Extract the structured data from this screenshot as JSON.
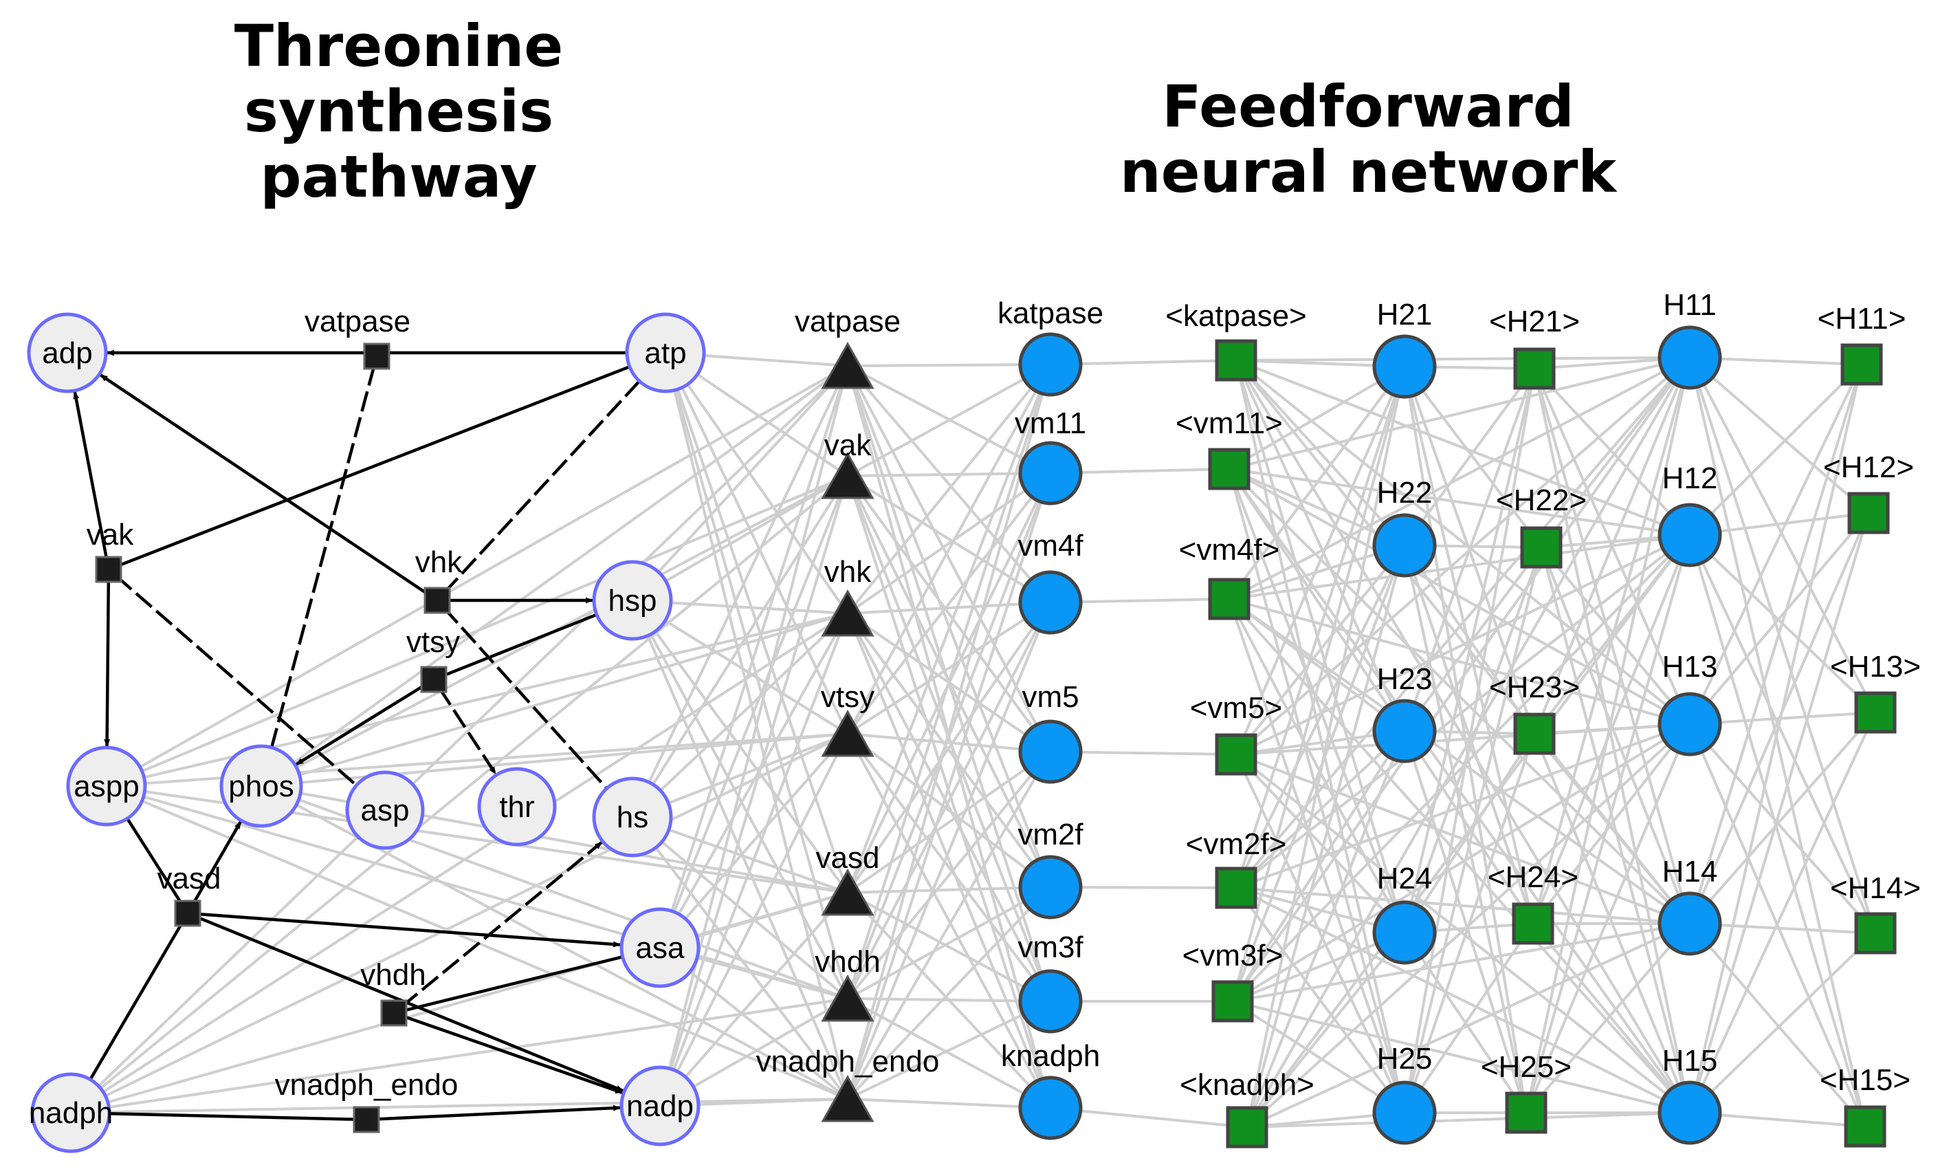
{
  "titles": {
    "left": [
      "Threonine",
      "synthesis",
      "pathway"
    ],
    "right": [
      "Feedforward",
      "neural network"
    ]
  },
  "colors": {
    "metabolite_fill": "#eeeeee",
    "metabolite_stroke": "#6b6bff",
    "reaction_node": "#1c1c1c",
    "neuron_blue": "#0a96f5",
    "neuron_green": "#11901f",
    "node_outline": "#444444",
    "network_edge": "#cfcfcf",
    "pathway_edge": "#000000"
  },
  "pathway": {
    "metabolites": [
      {
        "id": "adp",
        "label": "adp"
      },
      {
        "id": "atp",
        "label": "atp"
      },
      {
        "id": "hsp",
        "label": "hsp"
      },
      {
        "id": "aspp",
        "label": "aspp"
      },
      {
        "id": "phos",
        "label": "phos"
      },
      {
        "id": "asp",
        "label": "asp"
      },
      {
        "id": "thr",
        "label": "thr"
      },
      {
        "id": "hs",
        "label": "hs"
      },
      {
        "id": "asa",
        "label": "asa"
      },
      {
        "id": "nadph",
        "label": "nadph"
      },
      {
        "id": "nadp",
        "label": "nadp"
      }
    ],
    "reactions": [
      {
        "id": "vatpase",
        "label": "vatpase"
      },
      {
        "id": "vak",
        "label": "vak"
      },
      {
        "id": "vhk",
        "label": "vhk"
      },
      {
        "id": "vtsy",
        "label": "vtsy"
      },
      {
        "id": "vasd",
        "label": "vasd"
      },
      {
        "id": "vhdh",
        "label": "vhdh"
      },
      {
        "id": "vnadph_endo",
        "label": "vnadph_endo"
      }
    ],
    "edges": [
      {
        "from": "atp",
        "to": "adp",
        "style": "arrow"
      },
      {
        "from": "vatpase",
        "to": "phos",
        "style": "dash"
      },
      {
        "from": "vak",
        "to": "adp",
        "style": "arrow"
      },
      {
        "from": "vak",
        "to": "atp",
        "style": "solid"
      },
      {
        "from": "vak",
        "to": "aspp",
        "style": "arrow"
      },
      {
        "from": "vak",
        "to": "asp",
        "style": "dash"
      },
      {
        "from": "vhk",
        "to": "adp",
        "style": "arrow"
      },
      {
        "from": "atp",
        "to": "vhk",
        "style": "dash"
      },
      {
        "from": "vhk",
        "to": "hsp",
        "style": "arrow"
      },
      {
        "from": "vhk",
        "to": "hs",
        "style": "dash"
      },
      {
        "from": "hsp",
        "to": "vtsy",
        "style": "solid"
      },
      {
        "from": "vtsy",
        "to": "phos",
        "style": "arrow"
      },
      {
        "from": "vtsy",
        "to": "thr",
        "style": "dash-arrow"
      },
      {
        "from": "aspp",
        "to": "vasd",
        "style": "solid"
      },
      {
        "from": "vasd",
        "to": "phos",
        "style": "arrow"
      },
      {
        "from": "vasd",
        "to": "asa",
        "style": "arrow"
      },
      {
        "from": "vasd",
        "to": "nadp",
        "style": "arrow"
      },
      {
        "from": "nadph",
        "to": "vasd",
        "style": "solid"
      },
      {
        "from": "vhdh",
        "to": "hs",
        "style": "dash-arrow"
      },
      {
        "from": "asa",
        "to": "vhdh",
        "style": "solid"
      },
      {
        "from": "vhdh",
        "to": "nadp",
        "style": "arrow"
      },
      {
        "from": "nadph",
        "to": "vnadph_endo",
        "style": "solid"
      },
      {
        "from": "vnadph_endo",
        "to": "nadp",
        "style": "arrow"
      }
    ]
  },
  "network": {
    "triangles": [
      "vatpase",
      "vak",
      "vhk",
      "vtsy",
      "vasd",
      "vhdh",
      "vnadph_endo"
    ],
    "input_nodes": [
      "katpase",
      "vm11",
      "vm4f",
      "vm5",
      "vm2f",
      "vm3f",
      "knadph"
    ],
    "input_boxes": [
      "<katpase>",
      "<vm11>",
      "<vm4f>",
      "<vm5>",
      "<vm2f>",
      "<vm3f>",
      "<knadph>"
    ],
    "hidden2_nodes": [
      "H21",
      "H22",
      "H23",
      "H24",
      "H25"
    ],
    "hidden2_boxes": [
      "<H21>",
      "<H22>",
      "<H23>",
      "<H24>",
      "<H25>"
    ],
    "hidden1_nodes": [
      "H11",
      "H12",
      "H13",
      "H14",
      "H15"
    ],
    "output_boxes": [
      "<H11>",
      "<H12>",
      "<H13>",
      "<H14>",
      "<H15>"
    ]
  }
}
